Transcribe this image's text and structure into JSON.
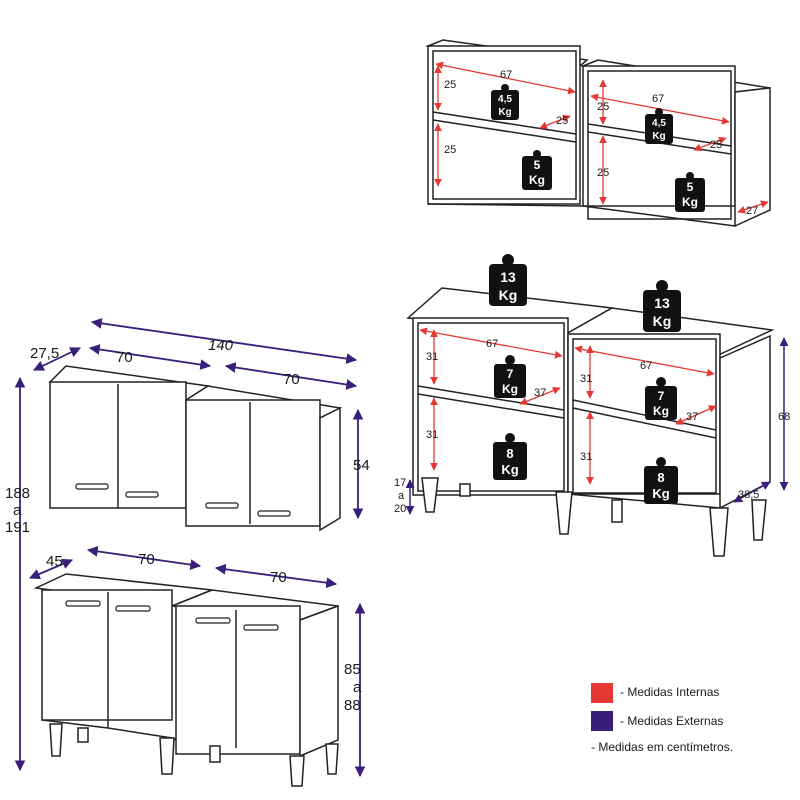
{
  "colors": {
    "internal": "#e53935",
    "external": "#3a1f7a",
    "line": "#222222"
  },
  "upper_open_shelves": {
    "left_width": "67",
    "right_width": "67",
    "heights": [
      "25",
      "25",
      "25",
      "25"
    ],
    "shelf_depths": [
      "25",
      "25"
    ],
    "outer_depth": "27",
    "weights": [
      {
        "value": "4,5",
        "unit": "Kg"
      },
      {
        "value": "4,5",
        "unit": "Kg"
      },
      {
        "value": "5",
        "unit": "Kg"
      },
      {
        "value": "5",
        "unit": "Kg"
      }
    ]
  },
  "lower_open_shelves": {
    "left_width": "67",
    "right_width": "67",
    "heights": [
      "31",
      "31",
      "31",
      "31"
    ],
    "shelf_depths": [
      "37",
      "37"
    ],
    "total_height": "68",
    "depth": "38,5",
    "leg_height": [
      "17",
      "a",
      "20"
    ],
    "weights": [
      {
        "value": "13",
        "unit": "Kg"
      },
      {
        "value": "13",
        "unit": "Kg"
      },
      {
        "value": "7",
        "unit": "Kg"
      },
      {
        "value": "7",
        "unit": "Kg"
      },
      {
        "value": "8",
        "unit": "Kg"
      },
      {
        "value": "8",
        "unit": "Kg"
      }
    ]
  },
  "wall_cabinets": {
    "total_width": "140",
    "depth": "27,5",
    "left_width": "70",
    "right_width": "70",
    "height": "54"
  },
  "floor_cabinets": {
    "depth": "45",
    "left_width": "70",
    "right_width": "70",
    "height": [
      "85",
      "a",
      "88"
    ]
  },
  "overall_height": [
    "188",
    "a",
    "191"
  ],
  "legend": {
    "internal": "- Medidas Internas",
    "external": "- Medidas Externas",
    "note": "- Medidas em centímetros."
  }
}
